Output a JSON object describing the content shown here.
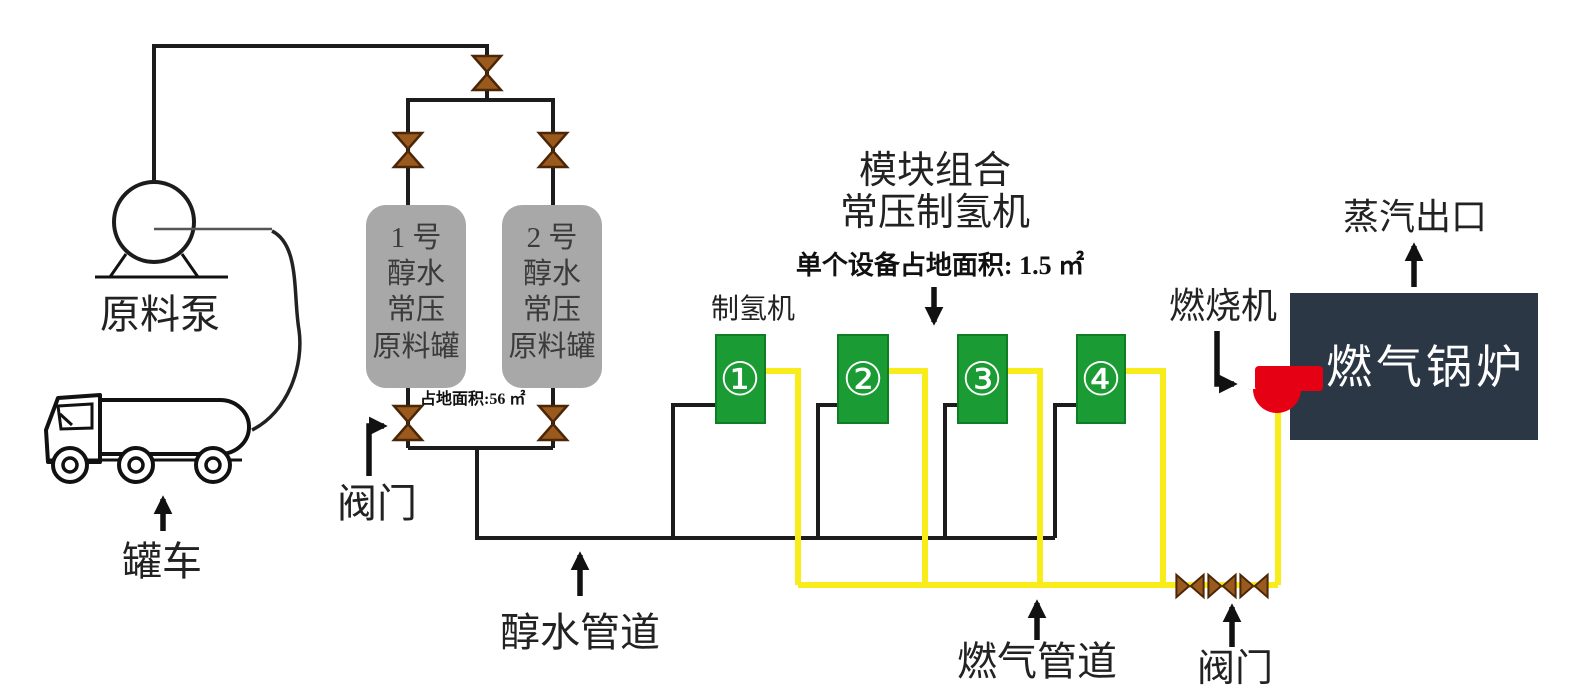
{
  "diagram": {
    "pump_label": "原料泵",
    "truck_label": "罐车",
    "valve_label_left": "阀门",
    "valve_label_right": "阀门",
    "methanol_pipeline_label": "醇水管道",
    "gas_pipeline_label": "燃气管道",
    "burner_label": "燃烧机",
    "steam_outlet_label": "蒸汽出口",
    "boiler_label": "燃气锅炉",
    "generator_section": {
      "title_line1": "模块组合",
      "title_line2": "常压制氢机",
      "unit_footprint": "单个设备占地面积: 1.5 ㎡",
      "generator_label": "制氢机",
      "units": [
        {
          "number": "①"
        },
        {
          "number": "②"
        },
        {
          "number": "③"
        },
        {
          "number": "④"
        }
      ]
    },
    "tanks": {
      "footprint": "占地面积:56 ㎡",
      "items": [
        {
          "lines": [
            "1 号",
            "醇水",
            "常压",
            "原料罐"
          ]
        },
        {
          "lines": [
            "2 号",
            "醇水",
            "常压",
            "原料罐"
          ]
        }
      ]
    },
    "colors": {
      "pipe_black": "#1c1c1c",
      "pipe_yellow": "#f8ec1a",
      "tank_gray": "#a8a8a8",
      "generator_green": "#1a9b33",
      "boiler_dark": "#2b3744",
      "burner_red": "#e60013",
      "valve_brown": "#9a5a1e"
    }
  }
}
